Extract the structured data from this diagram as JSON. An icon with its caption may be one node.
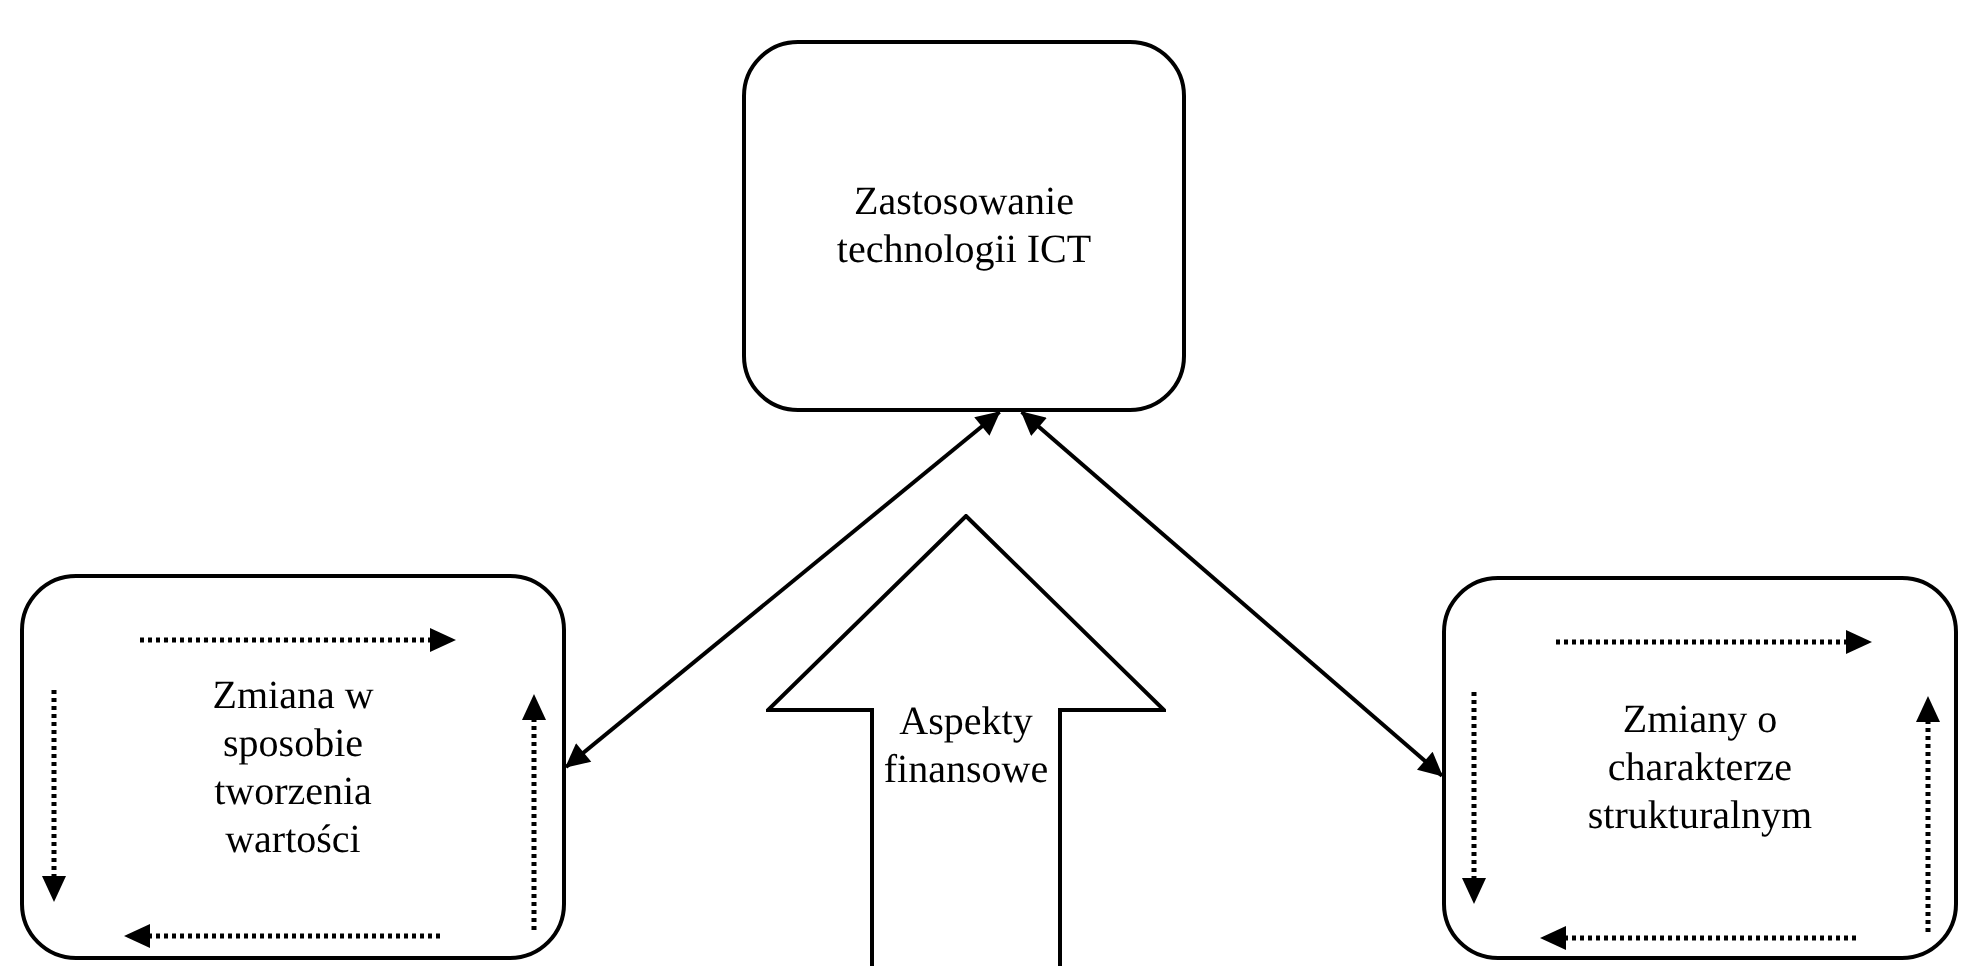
{
  "diagram": {
    "nodes": [
      {
        "text": [
          "Zastosowanie technologii ICT"
        ]
      },
      {
        "text": [
          "Zmiana w sposobie tworzenia wartości"
        ]
      },
      {
        "text": [
          "Zmiany o charakterze strukturalnym"
        ]
      },
      {
        "text": [
          "Aspekty finansowe"
        ]
      }
    ],
    "edges": [
      {
        "from": 0,
        "to": 1,
        "arrow": "both"
      },
      {
        "from": 0,
        "to": 2,
        "arrow": "both"
      }
    ]
  }
}
